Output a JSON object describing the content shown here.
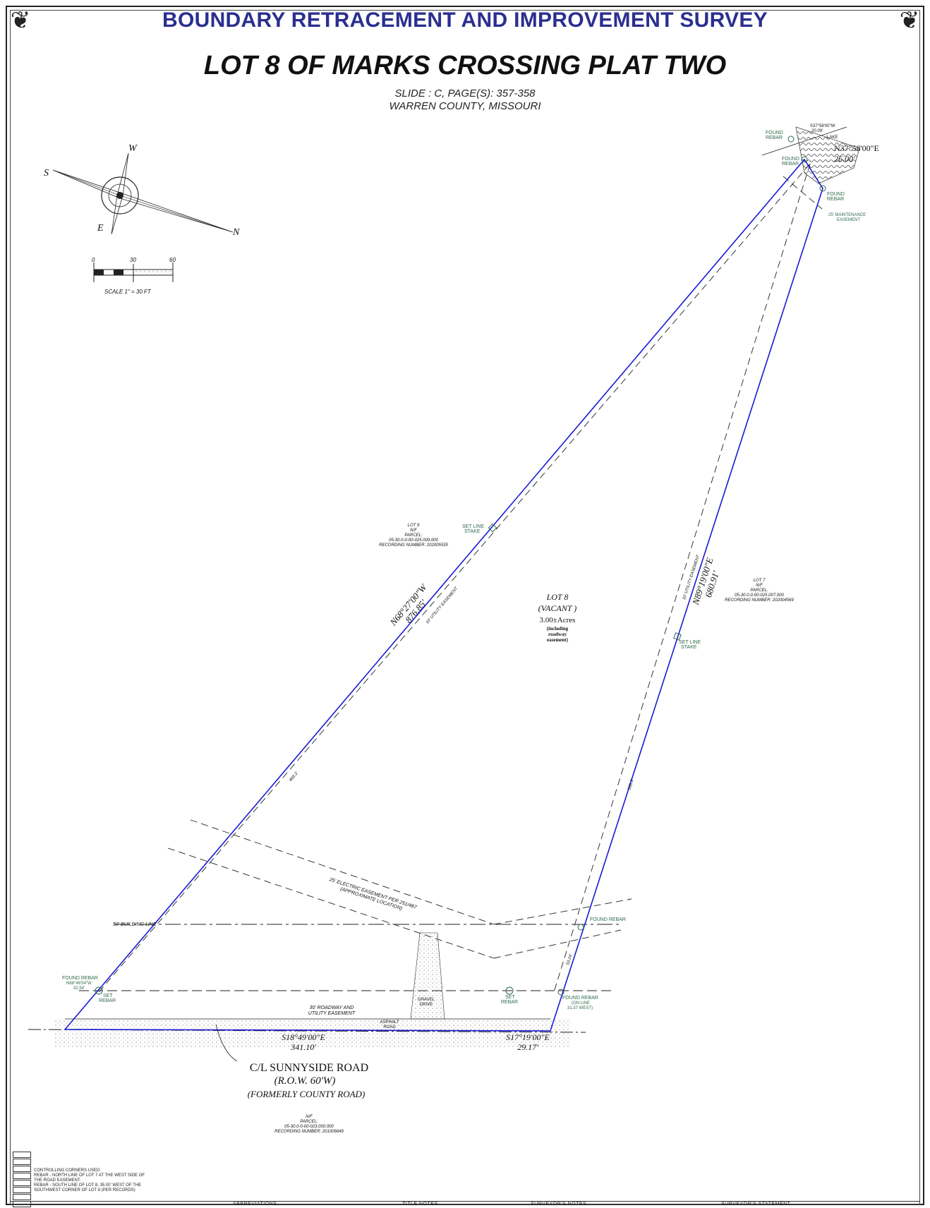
{
  "header": {
    "title": "BOUNDARY RETRACEMENT AND IMPROVEMENT SURVEY"
  },
  "title": {
    "main": "LOT 8 OF MARKS CROSSING PLAT TWO",
    "slide": "SLIDE : C, PAGE(S): 357-358",
    "county": "WARREN COUNTY, MISSOURI"
  },
  "scale": {
    "zero": "0",
    "mid": "30",
    "end": "60",
    "label": "SCALE 1\" = 30 FT"
  },
  "north_arrow": {
    "n": "N",
    "s": "S",
    "e": "E",
    "w": "W"
  },
  "lot8": {
    "name": "LOT 8",
    "status": "(VACANT )",
    "area": "3.00±Acres",
    "note1": "(including",
    "note2": "roadway",
    "note3": "easement)"
  },
  "lot9": {
    "name": "LOT 9",
    "nf": "N/F",
    "parcel_label": "PARCEL:",
    "parcel": "05-30.0-0-00-025.009.000",
    "recording": "RECORDING NUMBER: 202005535"
  },
  "lot7": {
    "name": "LOT 7",
    "nf": "N/F",
    "parcel_label": "PARCEL:",
    "parcel": "05-30.0-0-00-025.007.000",
    "recording": "RECORDING NUMBER: 202004569"
  },
  "south_parcel": {
    "nf": "N/F",
    "parcel_label": "PARCEL:",
    "parcel": "05-30.0-0-00-023.000.000",
    "recording": "RECORDING NUMBER: 201006649"
  },
  "bearings": {
    "west_line_bearing": "N68°27'00\"W",
    "west_line_dist": "876.85'",
    "east_line_bearing": "N89°19'00\"E",
    "east_line_dist": "680.91'",
    "north_bearing": "N37°58'00\"E",
    "north_dist": "26.00'",
    "north_small": "S37°58'00\"W",
    "north_small_dist": "20.09'",
    "south_bearing": "S18°49'00\"E",
    "south_dist": "341.10'",
    "se_bearing": "S17°19'00\"E",
    "se_dist": "29.17'",
    "west_segment": "466.3'",
    "east_segment": "338.3'",
    "se_short": "53.24'"
  },
  "monuments": {
    "found_rebar": "FOUND",
    "rebar": "REBAR",
    "set_line": "SET LINE",
    "stake": "STAKE",
    "set": "SET",
    "lake": "LAKE",
    "found_rebar_full": "FOUND REBAR",
    "found_rebar_west": "FOUND REBAR",
    "west_note": "N68°46'54\"W",
    "west_note_dist": "32.54'",
    "on_line": "(ON LINE",
    "west_dist": "31.37 WEST)"
  },
  "easements": {
    "utility": "10' UTILITY EASEMENT",
    "maintenance": "25' MAINTENANCE",
    "maintenance2": "EASEMENT",
    "electric": "25' ELECTRIC EASEMENT PER 251/487",
    "electric2": "(APPROXIMATE LOCATION)",
    "building_line": "50' BUILDING LINE",
    "roadway": "30' ROADWAY AND",
    "roadway2": "UTILITY EASEMENT",
    "gravel": "GRAVEL",
    "drive": "DRIVE",
    "asphalt": "ASPHALT",
    "road": "ROAD"
  },
  "road": {
    "name": "C/L SUNNYSIDE ROAD",
    "row": "(R.O.W. 60'W)",
    "formerly": "(FORMERLY COUNTY ROAD)"
  },
  "controlling": {
    "title": "CONTROLLING CORNERS USED:",
    "line1": "REBAR - NORTH LINE OF LOT 7 AT THE WEST SIDE OF",
    "line2": "THE ROAD EASEMENT.",
    "line3": "REBAR - SOUTH LINE OF LOT 8, 35.00' WEST OF THE",
    "line4": "SOUTHWEST CORNER OF LOT 8 (PER RECORDS)"
  },
  "footer": {
    "abbreviations": "ABBREVIATIONS",
    "title_notes": "TITLE NOTES",
    "surveyor_notes": "SURVEYOR'S NOTES",
    "surveyor_statement": "SURVEYOR'S STATEMENT"
  },
  "colors": {
    "header": "#2a2f8f",
    "boundary": "#1a1ad6",
    "green": "#2e6b4c"
  }
}
